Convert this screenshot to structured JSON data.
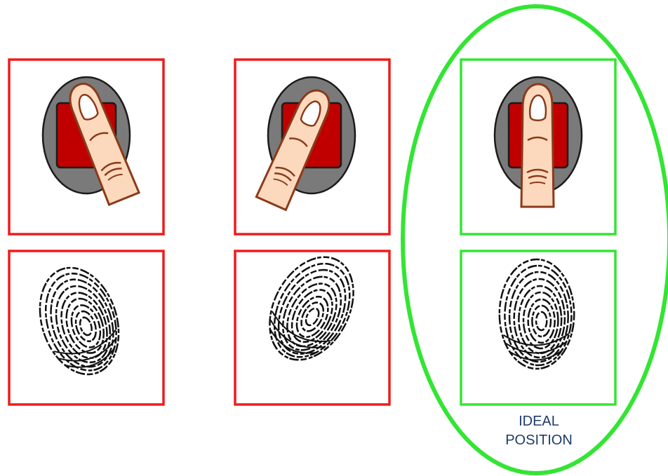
{
  "caption": {
    "line1": "IDEAL",
    "line2": "POSITION"
  },
  "panels": [
    {
      "id": "tilted-right",
      "status": "incorrect"
    },
    {
      "id": "tilted-left",
      "status": "incorrect"
    },
    {
      "id": "centered",
      "status": "ideal"
    }
  ],
  "colors": {
    "incorrect_frame": "#ee1c1c",
    "ideal_frame": "#33e533",
    "sensor_housing": "#7a7a7a",
    "sensor_pad": "#c00000",
    "finger_skin": "#fcd9bd",
    "finger_outline": "#8b3a1a",
    "print_ink": "#111111"
  },
  "icons": [
    "fingerprint-sensor-icon",
    "finger-icon",
    "fingerprint-icon",
    "highlight-ellipse"
  ]
}
